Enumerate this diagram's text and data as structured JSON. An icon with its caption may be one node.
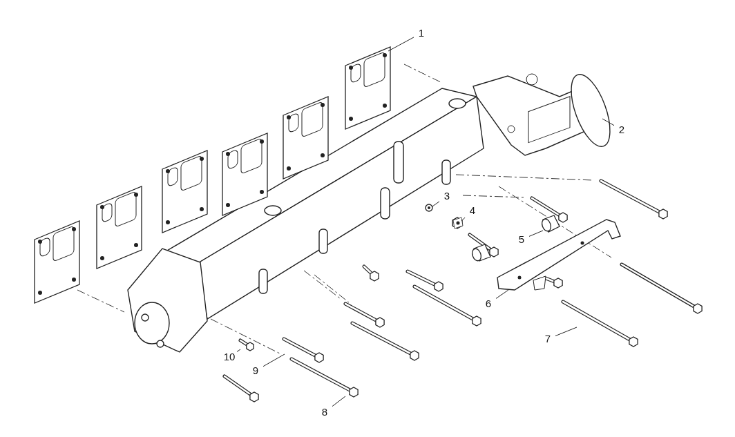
{
  "diagram": {
    "nodes": [
      {
        "text": [
          "1"
        ]
      },
      {
        "text": [
          "2"
        ]
      },
      {
        "text": [
          "3"
        ]
      },
      {
        "text": [
          "4"
        ]
      },
      {
        "text": [
          "5"
        ]
      },
      {
        "text": [
          "6"
        ]
      },
      {
        "text": [
          "7"
        ]
      },
      {
        "text": [
          "8"
        ]
      },
      {
        "text": [
          "9"
        ]
      },
      {
        "text": [
          "10"
        ]
      },
      {
        "text": [],
        "shape": "picture"
      },
      {
        "text": [],
        "shape": "picture"
      },
      {
        "text": [],
        "shape": "picture"
      },
      {
        "text": [],
        "shape": "picture"
      },
      {
        "text": [],
        "shape": "picture"
      },
      {
        "text": [],
        "shape": "picture"
      },
      {
        "text": [],
        "shape": "picture"
      },
      {
        "text": [],
        "shape": "picture"
      },
      {
        "text": [],
        "shape": "picture"
      },
      {
        "text": [],
        "shape": "picture"
      }
    ],
    "edges": [
      {
        "from": 0,
        "to": 10,
        "arrow": "none"
      },
      {
        "from": 1,
        "to": 11,
        "arrow": "none"
      },
      {
        "from": 2,
        "to": 12,
        "arrow": "none"
      },
      {
        "from": 3,
        "to": 13,
        "arrow": "none"
      },
      {
        "from": 4,
        "to": 14,
        "arrow": "none"
      },
      {
        "from": 5,
        "to": 15,
        "arrow": "none"
      },
      {
        "from": 6,
        "to": 16,
        "arrow": "none"
      },
      {
        "from": 7,
        "to": 17,
        "arrow": "none"
      },
      {
        "from": 8,
        "to": 18,
        "arrow": "none"
      },
      {
        "from": 9,
        "to": 19,
        "arrow": "none"
      }
    ]
  }
}
